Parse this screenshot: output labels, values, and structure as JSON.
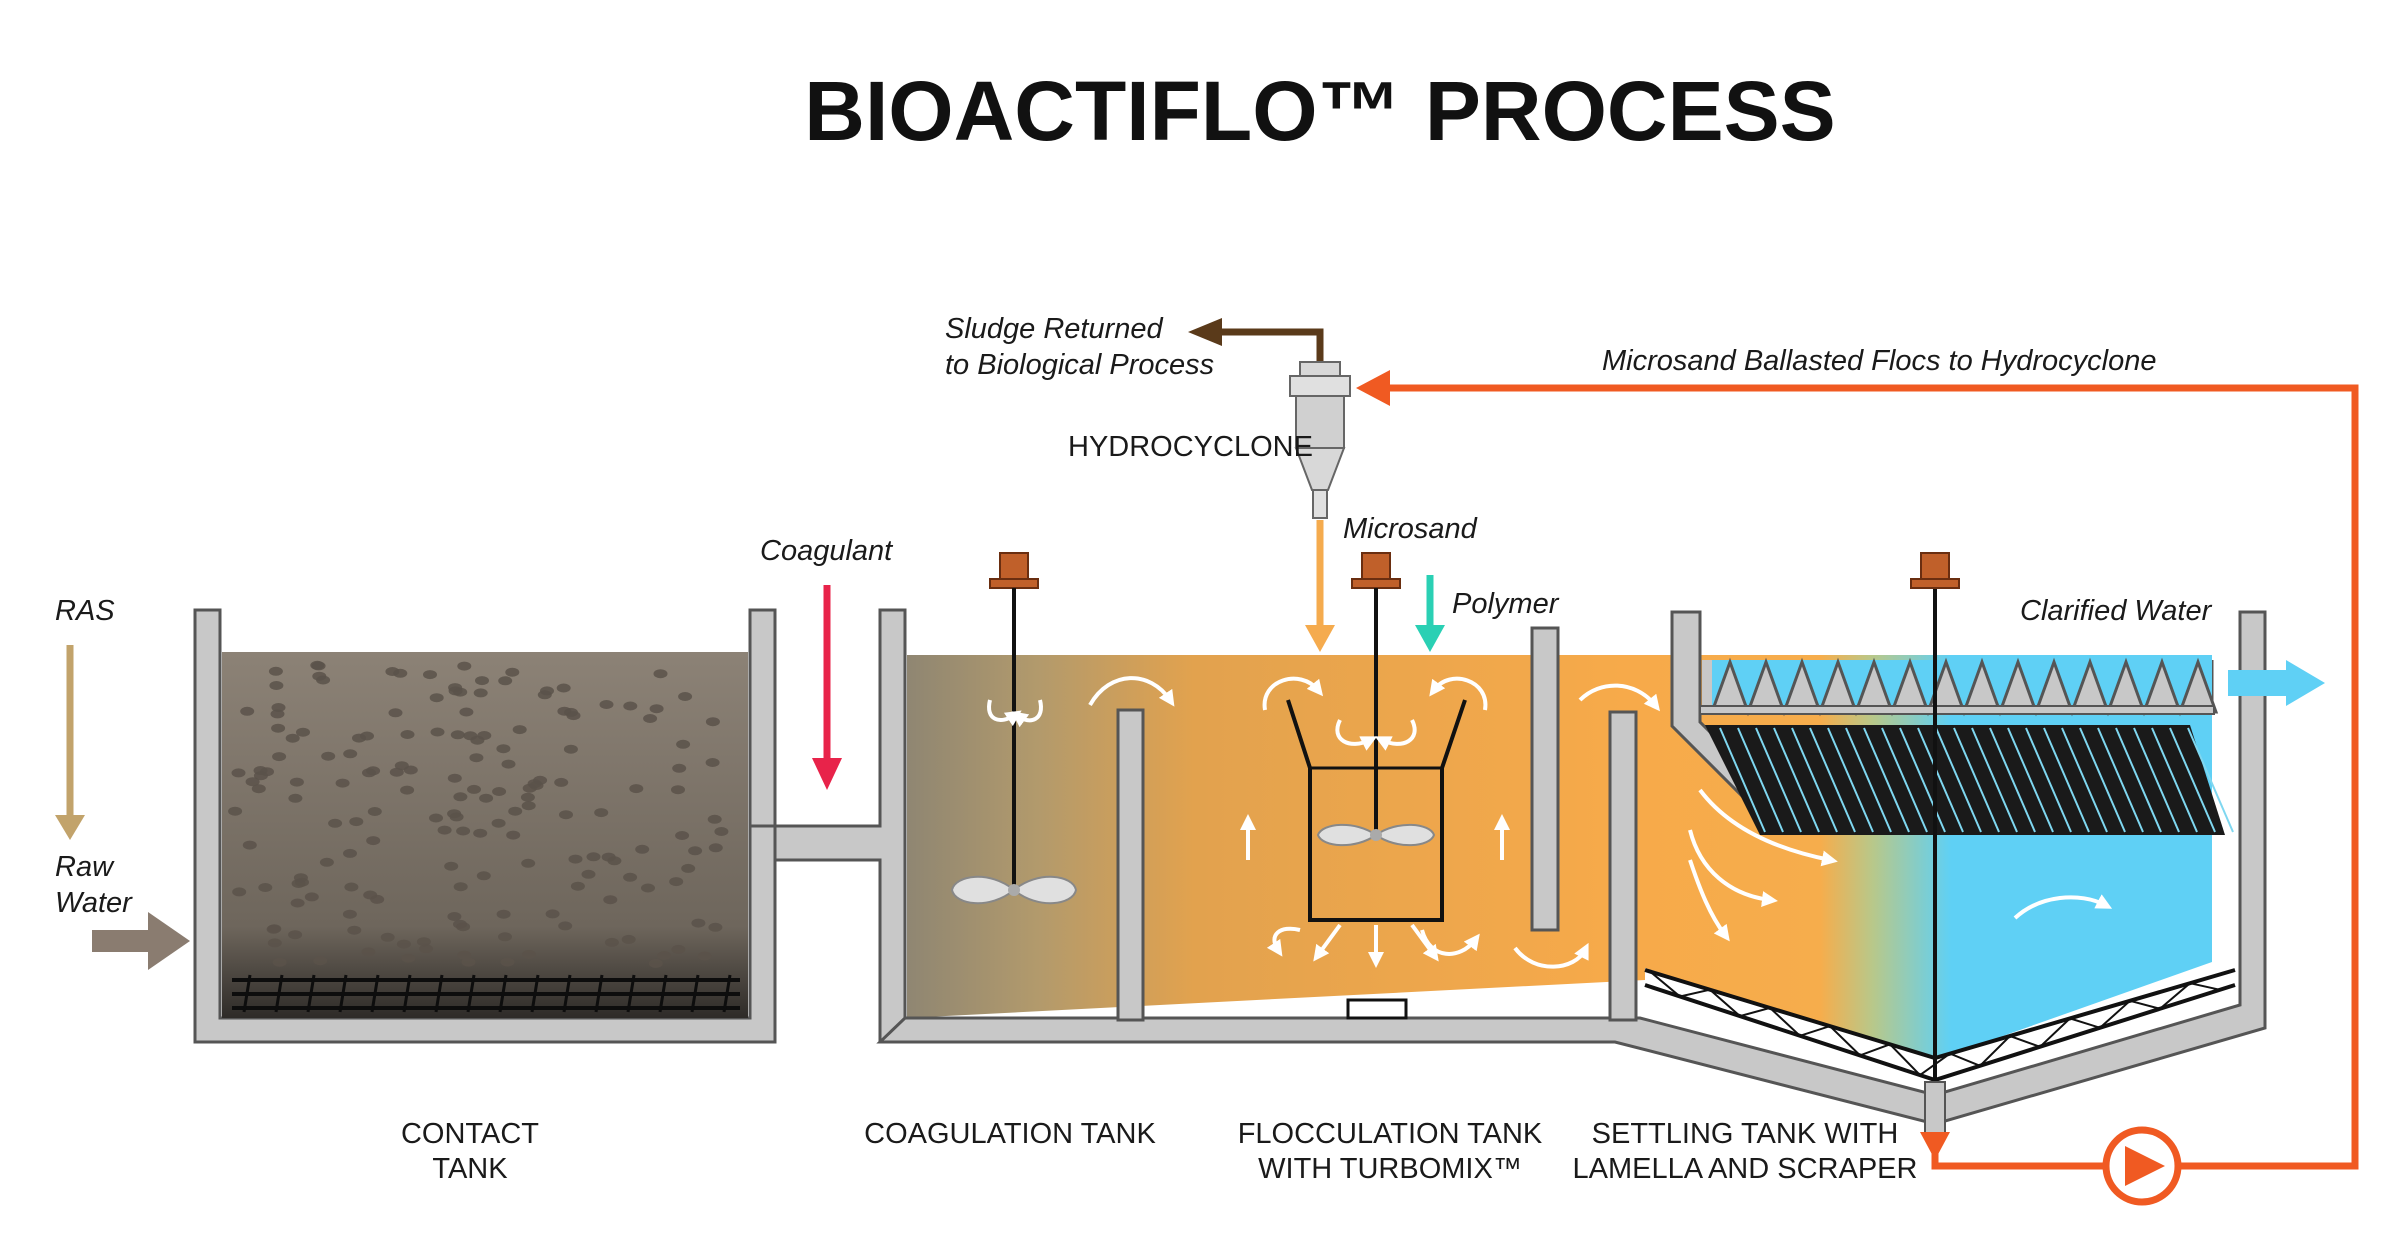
{
  "title": "BIOACTIFLO™ PROCESS",
  "labels": {
    "ras": "RAS",
    "raw_water_1": "Raw",
    "raw_water_2": "Water",
    "coagulant": "Coagulant",
    "sludge_1": "Sludge Returned",
    "sludge_2": "to Biological Process",
    "hydrocyclone": "HYDROCYCLONE",
    "microsand": "Microsand",
    "polymer": "Polymer",
    "ballasted_flocs": "Microsand Ballasted Flocs to Hydrocyclone",
    "clarified_water": "Clarified Water"
  },
  "tanks": {
    "contact_1": "CONTACT",
    "contact_2": "TANK",
    "coagulation": "COAGULATION TANK",
    "flocculation_1": "FLOCCULATION TANK",
    "flocculation_2": "WITH TURBOMIX™",
    "settling_1": "SETTLING TANK WITH",
    "settling_2": "LAMELLA AND SCRAPER"
  },
  "colors": {
    "tank_wall": "#c8c8c8",
    "tank_outline": "#555555",
    "contact_water_top": "#8a7e72",
    "contact_water_bottom": "#3a3632",
    "coag_water": "#a89a80",
    "floc_water": "#f5a94a",
    "clarified": "#5fd0f5",
    "ras_arrow": "#c2a36b",
    "raw_arrow": "#8a7c70",
    "coagulant_arrow": "#e8234a",
    "polymer_arrow": "#2ad0b4",
    "microsand_arrow": "#f5ab4e",
    "recycle_line": "#f05a22",
    "sludge_line": "#5a3a1a",
    "motor": "#c0602a"
  },
  "icons": [
    "mixer-motor-icon",
    "impeller-icon",
    "hydrocyclone-icon",
    "pump-icon",
    "flow-arrow-icon"
  ]
}
